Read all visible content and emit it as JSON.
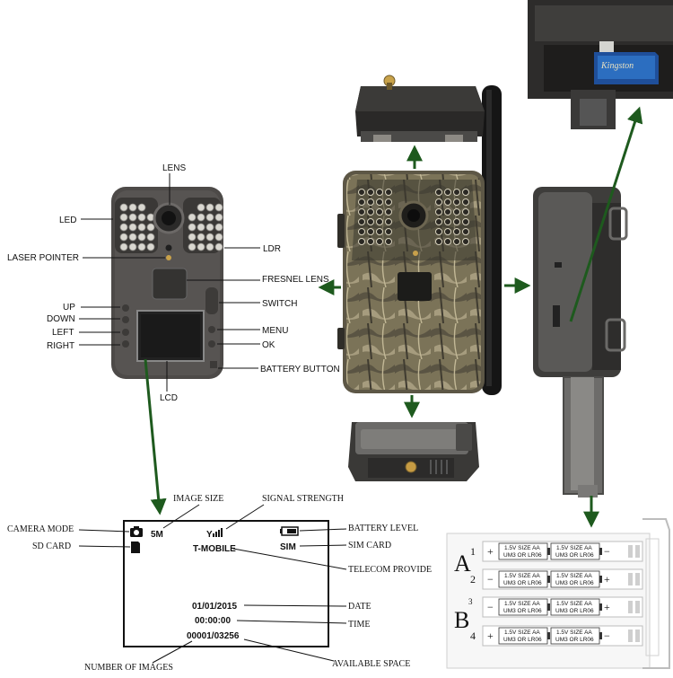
{
  "front_labels": {
    "lens": "LENS",
    "led": "LED",
    "ldr": "LDR",
    "laser_pointer": "LASER POINTER",
    "fresnel_lens": "FRESNEL LENS",
    "switch": "SWITCH",
    "up": "UP",
    "down": "DOWN",
    "left": "LEFT",
    "right": "RIGHT",
    "menu": "MENU",
    "ok": "OK",
    "lcd": "LCD",
    "battery_button": "BATTERY BUTTON"
  },
  "lcd_labels": {
    "image_size": "IMAGE SIZE",
    "signal_strength": "SIGNAL STRENGTH",
    "camera_mode": "CAMERA MODE",
    "sd_card": "SD CARD",
    "battery_level": "BATTERY   LEVEL",
    "sim_card": "SIM CARD",
    "telecom_provider": "TELECOM PROVIDE",
    "date": "DATE",
    "time": "TIME",
    "number_of_images": "NUMBER OF IMAGES",
    "available_space": "AVAILABLE SPACE"
  },
  "lcd_screen": {
    "image_size_value": "5M",
    "carrier": "T-MOBILE",
    "sim": "SIM",
    "date": "01/01/2015",
    "time": "00:00:00",
    "counter": "00001/03256"
  },
  "sd_card_label": "Kingston",
  "battery_tray": {
    "group_a": "A",
    "group_b": "B",
    "battery_line1": "1.5V SIZE AA",
    "battery_line2": "UM3 OR LR06",
    "plus": "+",
    "minus": "−",
    "rows": [
      {
        "index": "1",
        "sup": "",
        "left": "+",
        "right": "−"
      },
      {
        "index": "2",
        "sup": "",
        "left": "−",
        "right": "+"
      },
      {
        "index": "",
        "sup": "3",
        "left": "−",
        "right": "+"
      },
      {
        "index": "4",
        "sup": "",
        "left": "+",
        "right": "−"
      }
    ]
  },
  "colors": {
    "arrow": "#1e5a1e",
    "camera_body": "#4a4745",
    "camo_dark": "#4e4a3a",
    "camo_light": "#9a8f72"
  }
}
